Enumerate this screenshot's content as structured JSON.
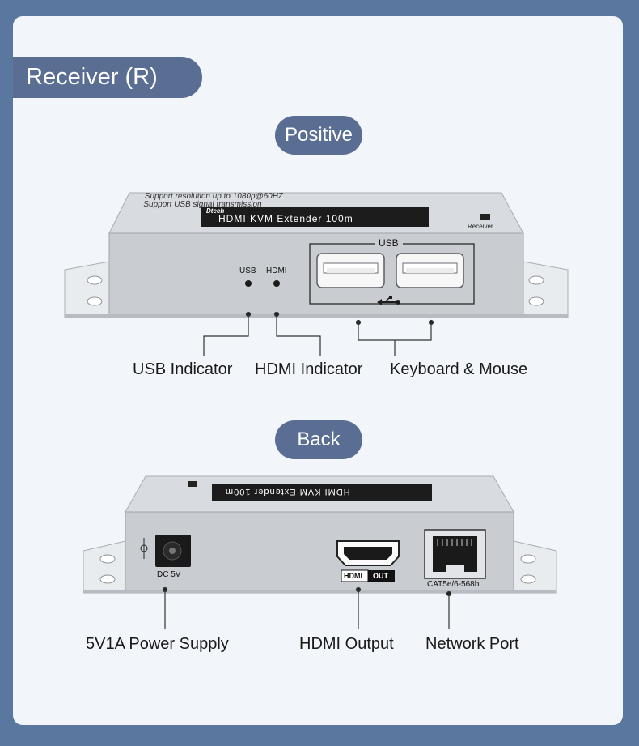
{
  "header": {
    "title": "Receiver (R)"
  },
  "front": {
    "section_label": "Positive",
    "panel_text_line1": "Support resolution up to 1080p@60HZ",
    "panel_text_line2": "Support USB signal transmission",
    "brand": "Dtech",
    "product_label": "HDMI KVM Extender 100m",
    "receiver_tag": "Receiver",
    "usb_group_label": "USB",
    "usb_led_label": "USB",
    "hdmi_led_label": "HDMI",
    "callouts": {
      "usb_indicator": "USB Indicator",
      "hdmi_indicator": "HDMI Indicator",
      "keyboard_mouse": "Keyboard & Mouse"
    }
  },
  "back": {
    "section_label": "Back",
    "dc_label": "DC 5V",
    "hdmi_port_label_left": "HDMI",
    "hdmi_port_label_right": "OUT",
    "network_label": "CAT5e/6-568b",
    "callouts": {
      "power": "5V1A Power Supply",
      "hdmi_output": "HDMI Output",
      "network_port": "Network Port"
    }
  },
  "colors": {
    "background": "#5a77a0",
    "card": "#f2f5f9",
    "accent": "#5a6e93",
    "device": "#cfd3d8"
  }
}
